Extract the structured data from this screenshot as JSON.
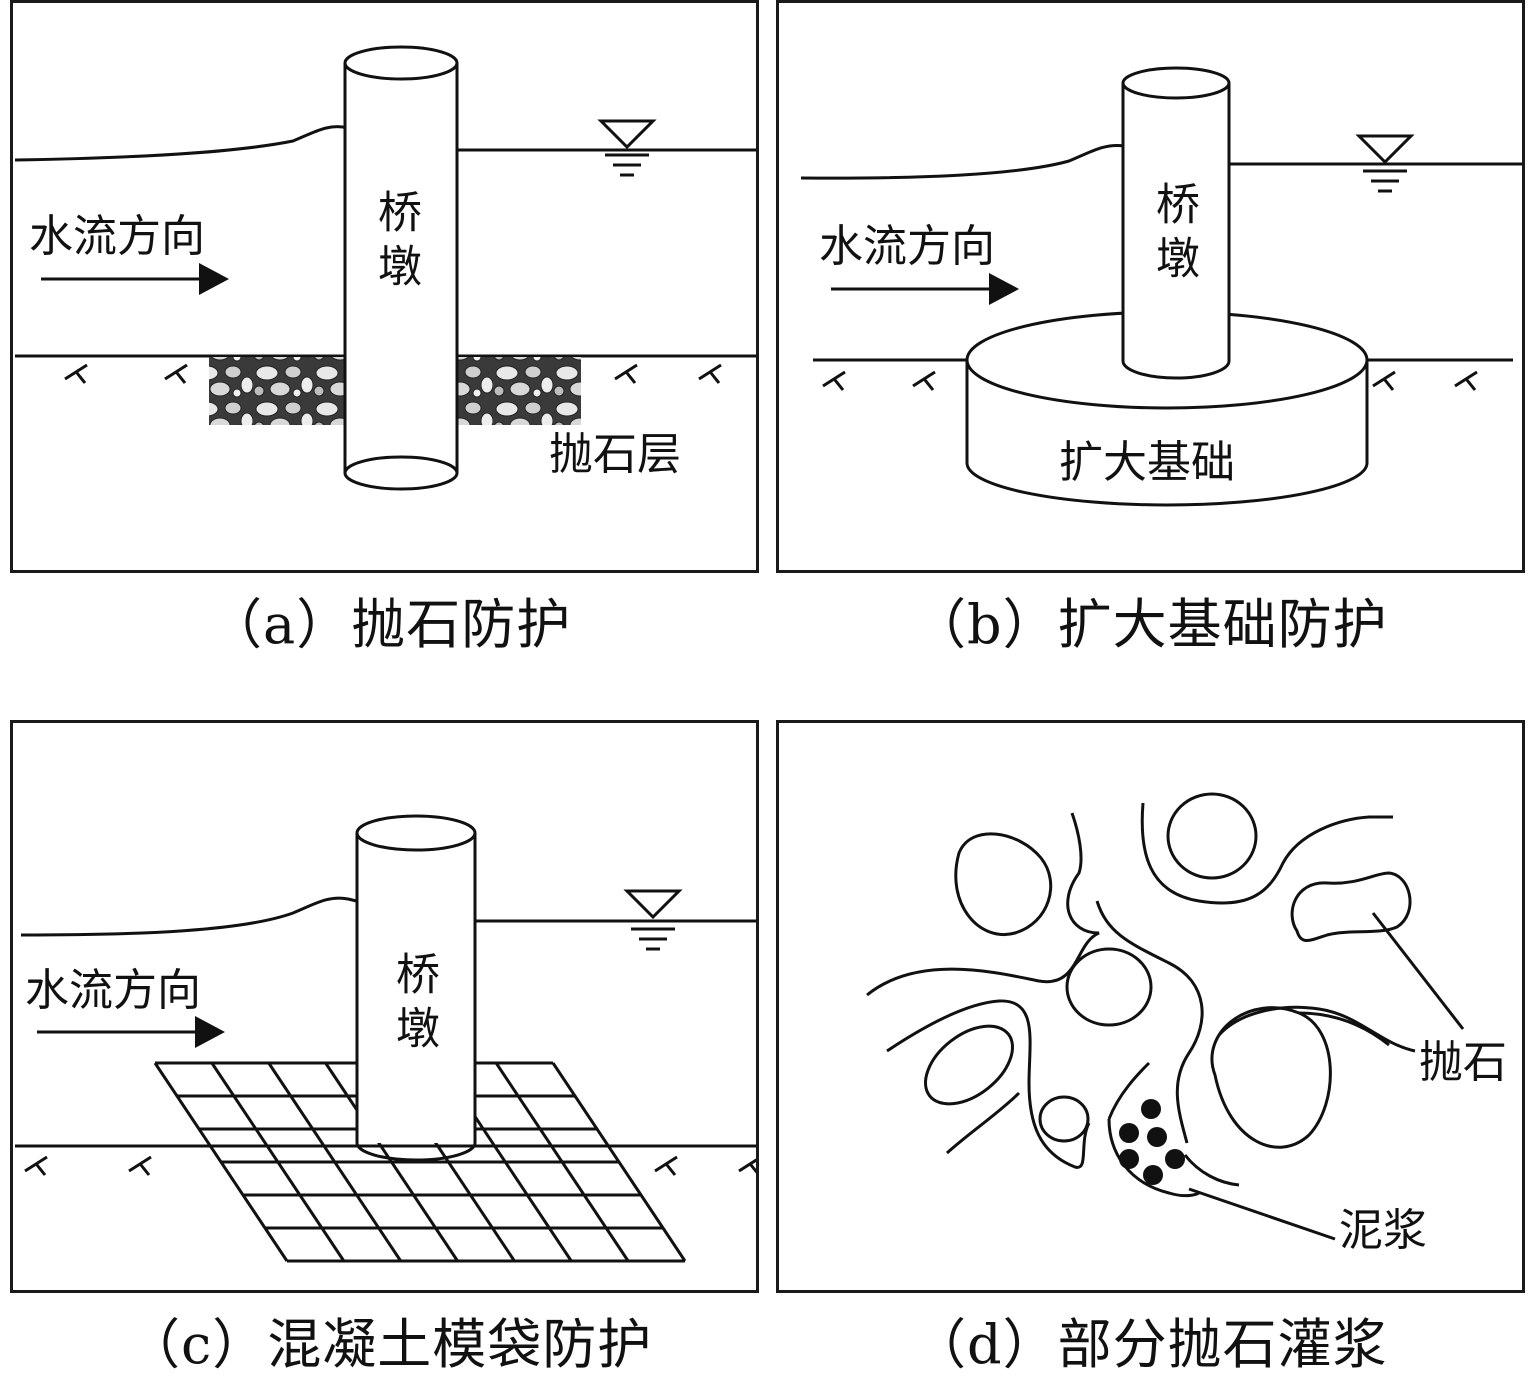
{
  "panels": {
    "a": {
      "flow_label": "水流方向",
      "pier_label": "桥墩",
      "layer_label": "抛石层",
      "caption": "（a）抛石防护"
    },
    "b": {
      "flow_label": "水流方向",
      "pier_label": "桥墩",
      "foundation_label": "扩大基础",
      "caption": "（b）扩大基础防护"
    },
    "c": {
      "flow_label": "水流方向",
      "pier_label": "桥墩",
      "caption": "（c）混凝土模袋防护"
    },
    "d": {
      "riprap_label": "抛石",
      "grout_label": "泥浆",
      "caption": "（d）部分抛石灌浆"
    }
  },
  "colors": {
    "line": "#111111",
    "background": "#ffffff"
  }
}
